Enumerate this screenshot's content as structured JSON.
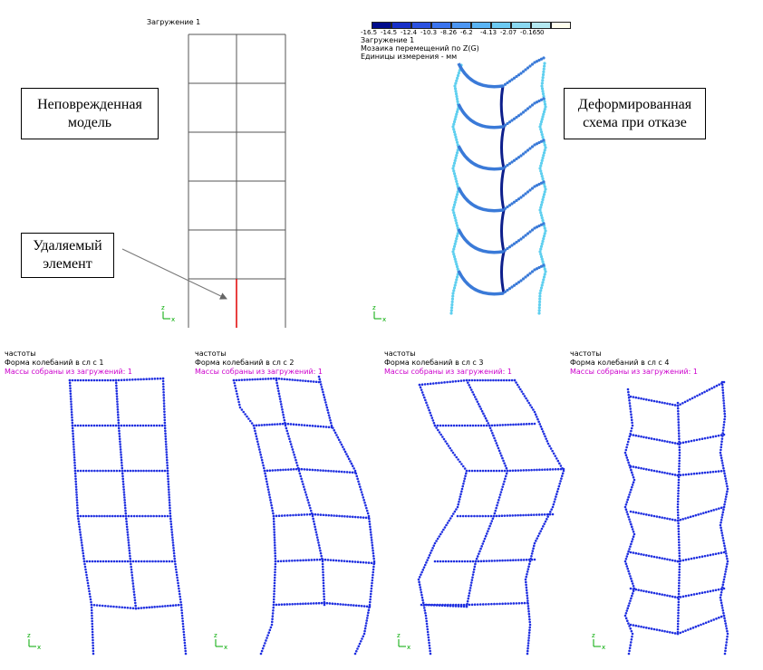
{
  "top_left": {
    "load_case": "Загружение 1",
    "label_undamaged": [
      "Неповрежденная",
      "модель"
    ],
    "label_removed": [
      "Удаляемый",
      "элемент"
    ]
  },
  "top_right": {
    "legend_values": [
      "-16.5",
      "-14.5",
      "-12.4",
      "-10.3",
      "-8.26",
      "-6.2",
      "-4.13",
      "-2.07",
      "-0.165",
      "0"
    ],
    "legend_colors": [
      "#000c8c",
      "#1830c8",
      "#2c52e0",
      "#3a74ee",
      "#4c96f2",
      "#5ab4f4",
      "#6ccaf2",
      "#8ad8f0",
      "#b4e8f0",
      "#ffffee"
    ],
    "load_case": "Загружение 1",
    "mosaic": "Мозаика перемещений по Z(G)",
    "units": "Единицы измерения - мм",
    "label_deformed": [
      "Деформированная",
      "схема при отказе"
    ]
  },
  "modes": [
    {
      "title": "частоты",
      "line2": "Форма колебаний в сл с  1",
      "line3": "Массы собраны из загружений:  1"
    },
    {
      "title": "частоты",
      "line2": "Форма колебаний в сл с  2",
      "line3": "Массы собраны из загружений:  1"
    },
    {
      "title": "частоты",
      "line2": "Форма колебаний в сл с  3",
      "line3": "Массы собраны из загружений:  1"
    },
    {
      "title": "частоты",
      "line2": "Форма колебаний в сл с  4",
      "line3": "Массы собраны из загружений:  1"
    }
  ],
  "axes": {
    "z": "z",
    "x": "x"
  },
  "colors": {
    "frame_blue": "#1f2fe0",
    "removed_red": "#e00000",
    "magenta": "#cc00cc"
  }
}
